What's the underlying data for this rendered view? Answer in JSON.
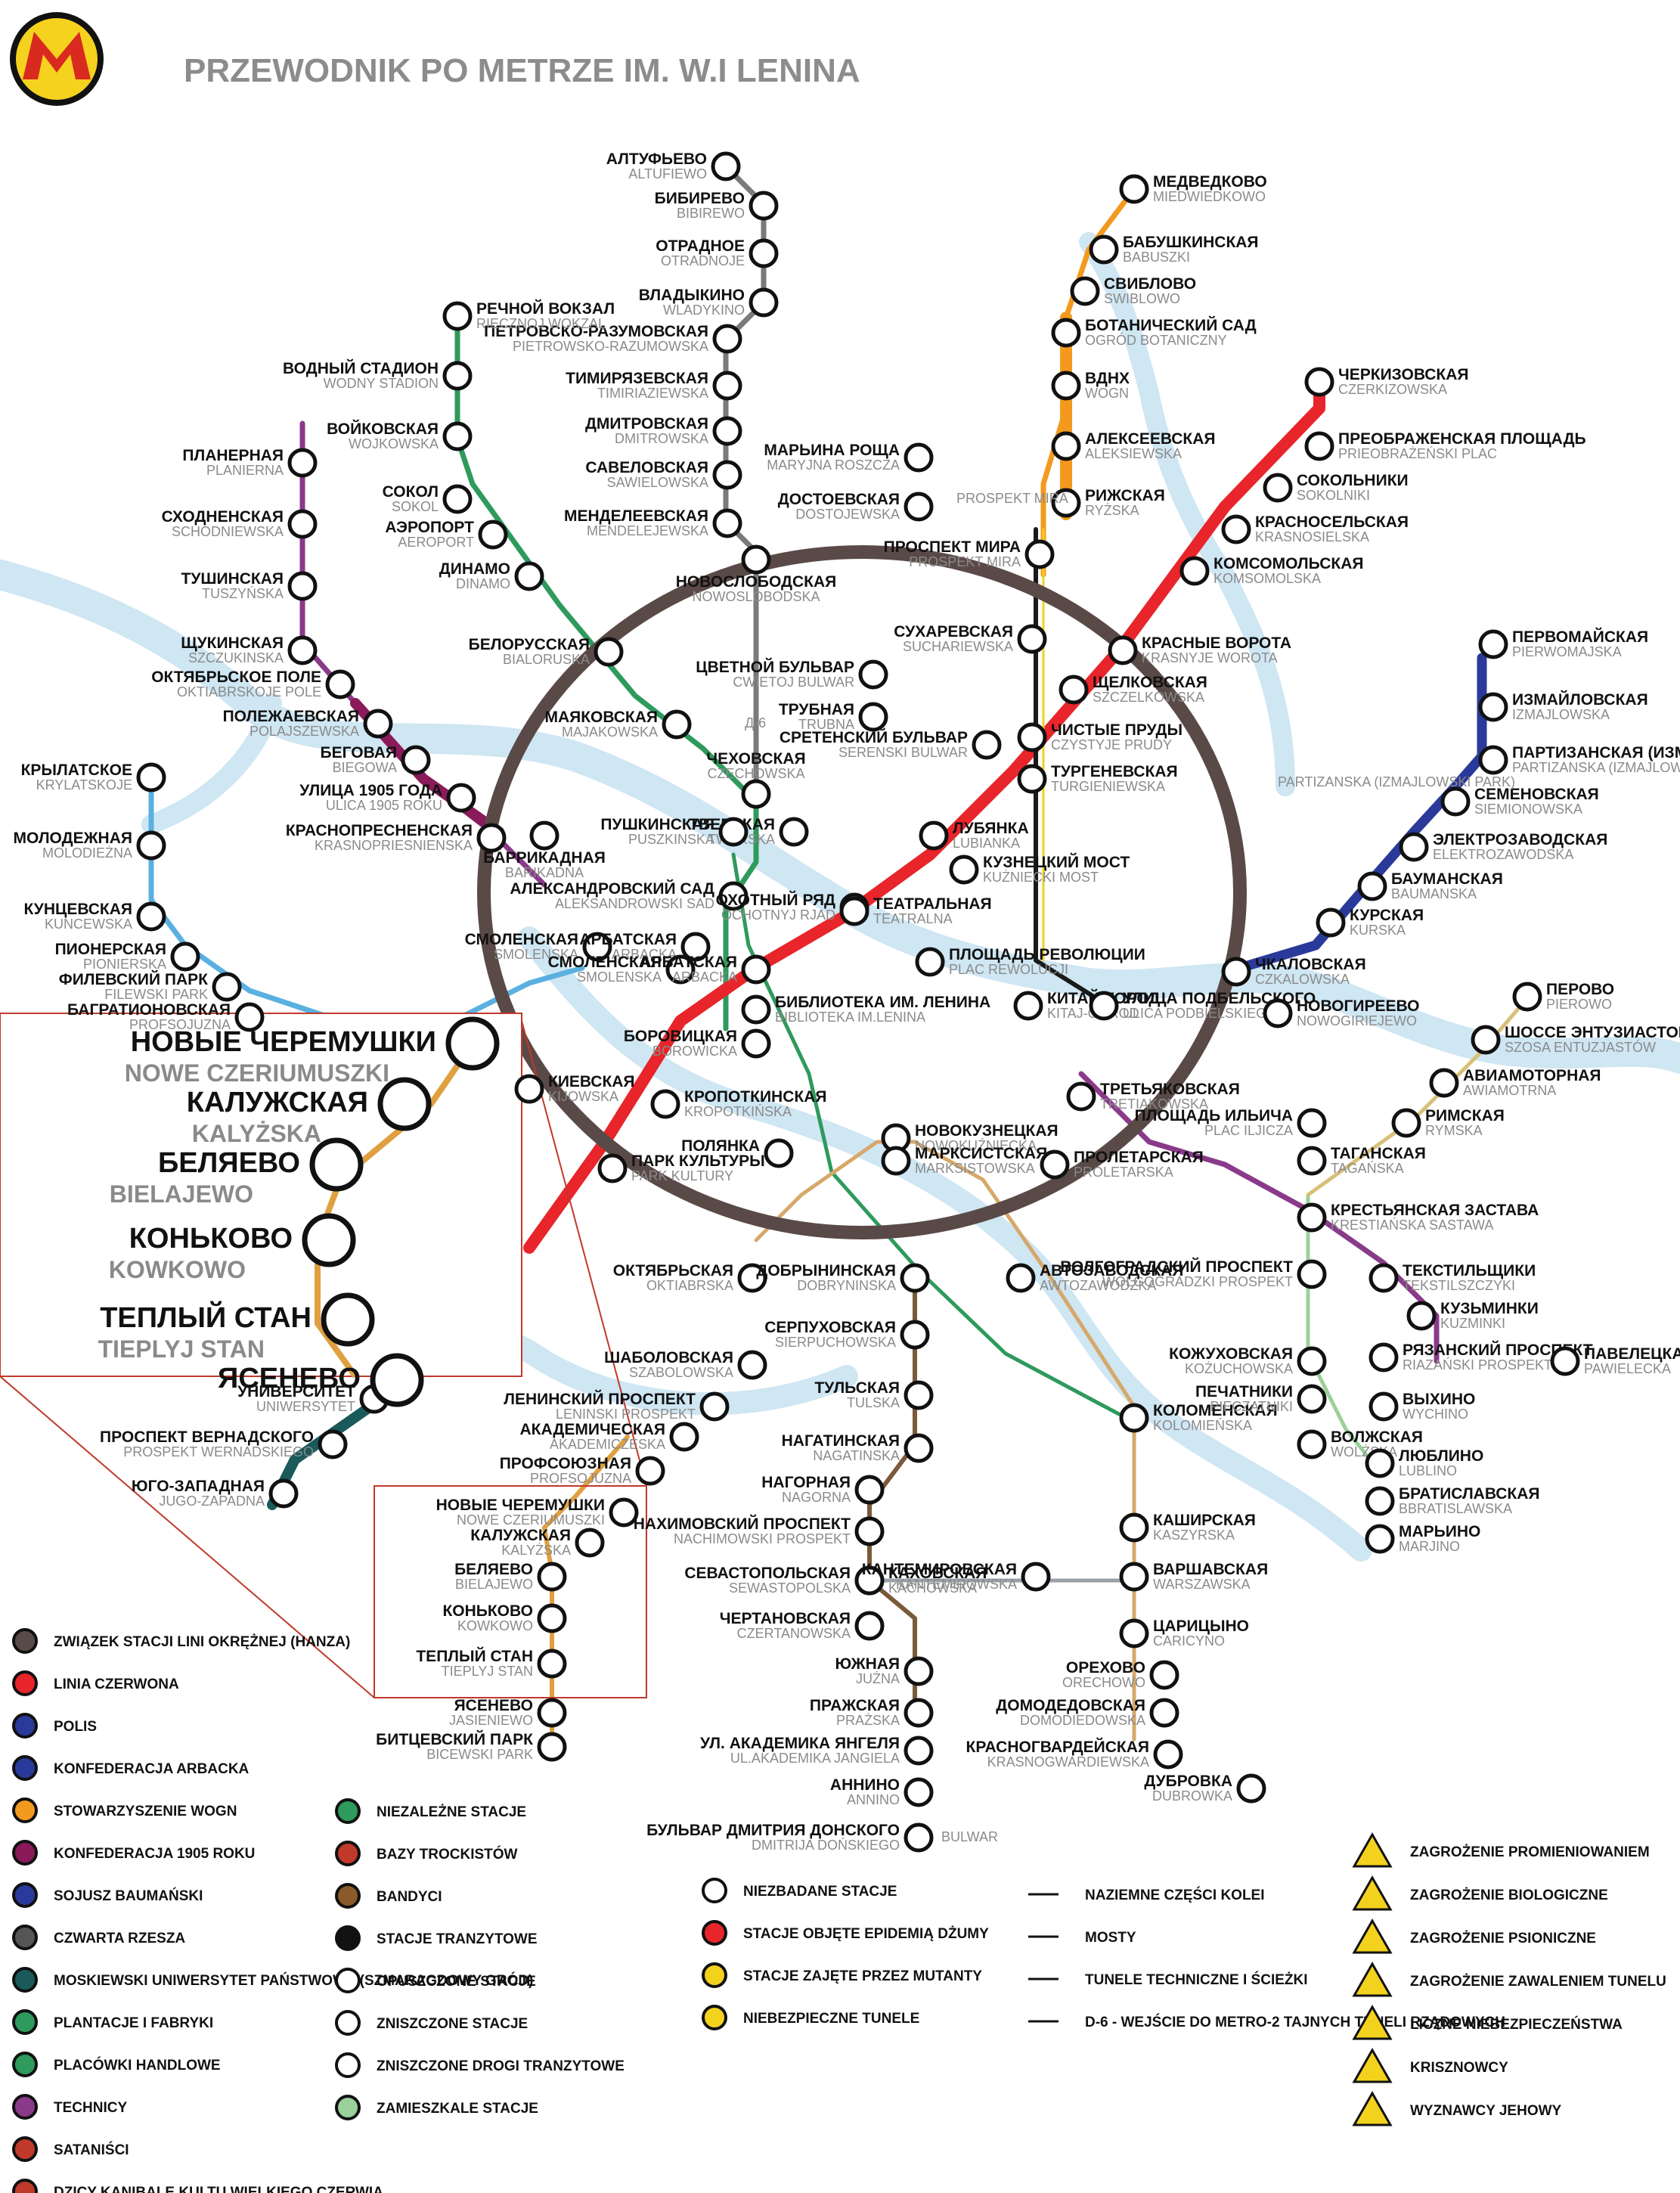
{
  "title": "PRZEWODNIK PO METRZE IM. W.I LENINA",
  "colors": {
    "ring": "#5a4a47",
    "red": "#e8252a",
    "orange": "#f39a1e",
    "green": "#2e9a5c",
    "violet": "#8a3a8a",
    "blue": "#2a3a9a",
    "river": "#cfe6f3",
    "inset": "#c0392b"
  },
  "stations": [
    {
      "ru": "АЛТУФЬЕВО",
      "pl": "ALTUFIEWO"
    },
    {
      "ru": "БИБИРЕВО",
      "pl": "BIBIREWO"
    },
    {
      "ru": "ОТРАДНОЕ",
      "pl": "OTRADNOJE"
    },
    {
      "ru": "ВЛАДЫКИНО",
      "pl": "WLADYKINO"
    },
    {
      "ru": "ПЕТРОВСКО-РАЗУМОВСКАЯ",
      "pl": "PIETROWSKO-RAZUMOWSKA"
    },
    {
      "ru": "ТИМИРЯЗЕВСКАЯ",
      "pl": "TIMIRIAZIEWSKA"
    },
    {
      "ru": "ДМИТРОВСКАЯ",
      "pl": "DMITROWSKA"
    },
    {
      "ru": "САВЕЛОВСКАЯ",
      "pl": "SAWIELOWSKA"
    },
    {
      "ru": "МЕНДЕЛЕЕВСКАЯ",
      "pl": "MENDELEJEWSKA"
    },
    {
      "ru": "НОВОСЛОБОДСКАЯ",
      "pl": "NOWOSLOBODSKA"
    },
    {
      "ru": "ЦВЕТНОЙ БУЛЬВАР",
      "pl": "CWIETOJ BULWAR"
    },
    {
      "ru": "ЧЕХОВСКАЯ",
      "pl": "CZECHOWSKA"
    },
    {
      "ru": "ТВЕРСКАЯ",
      "pl": "TWERSKA"
    },
    {
      "ru": "ПУШКИНСКАЯ",
      "pl": "PUSZKINSKA"
    },
    {
      "ru": "МАЯКОВСКАЯ",
      "pl": "MAJAKOWSKA"
    },
    {
      "ru": "БЕЛОРУССКАЯ",
      "pl": "BIALORUSKA"
    },
    {
      "ru": "ДИНАМО",
      "pl": "DINAMO"
    },
    {
      "ru": "АЭРОПОРТ",
      "pl": "AEROPORT"
    },
    {
      "ru": "СОКОЛ",
      "pl": "SOKOL"
    },
    {
      "ru": "ВОЙКОВСКАЯ",
      "pl": "WOJKOWSKA"
    },
    {
      "ru": "ВОДНЫЙ СТАДИОН",
      "pl": "WODNY STADION"
    },
    {
      "ru": "РЕЧНОЙ ВОКЗАЛ",
      "pl": "RIECZNOJ WOKZAL"
    },
    {
      "ru": "ПЛАНЕРНАЯ",
      "pl": "PLANIERNA"
    },
    {
      "ru": "СХОДНЕНСКАЯ",
      "pl": "SCHODNIEWSKA"
    },
    {
      "ru": "ТУШИНСКАЯ",
      "pl": "TUSZYŃSKA"
    },
    {
      "ru": "ЩУКИНСКАЯ",
      "pl": "SZCZUKINSKA"
    },
    {
      "ru": "ОКТЯБРЬСКОЕ ПОЛЕ",
      "pl": "OKTIABRSKOJE POLE"
    },
    {
      "ru": "ПОЛЕЖАЕВСКАЯ",
      "pl": "POLAJSZEWSKA"
    },
    {
      "ru": "БЕГОВАЯ",
      "pl": "BIEGOWA"
    },
    {
      "ru": "УЛИЦА 1905 ГОДА",
      "pl": "ULICA 1905 ROKU"
    },
    {
      "ru": "КРАСНОПРЕСНЕНСКАЯ",
      "pl": "KRASNOPRIESNIENSKA"
    },
    {
      "ru": "БАРРИКАДНАЯ",
      "pl": "BARIKADNA"
    },
    {
      "ru": "КРЫЛАТСКОЕ",
      "pl": "KRYLATSKOJE"
    },
    {
      "ru": "МОЛОДЕЖНАЯ",
      "pl": "MOLODIEŻNA"
    },
    {
      "ru": "КУНЦЕВСКАЯ",
      "pl": "KUNCEWSKA"
    },
    {
      "ru": "ПИОНЕРСКАЯ",
      "pl": "PIONIERSKA"
    },
    {
      "ru": "ФИЛЕВСКИЙ ПАРК",
      "pl": "FILEWSKI PARK"
    },
    {
      "ru": "БАГРАТИОНОВСКАЯ",
      "pl": "PROFSOJUZNA"
    },
    {
      "ru": "СМОЛЕНСКАЯ",
      "pl": "SMOLENSKA"
    },
    {
      "ru": "АРБАТСКАЯ",
      "pl": "ARBACKA"
    },
    {
      "ru": "АЛЕКСАНДРОВСКИЙ САД",
      "pl": "ALEKSANDROWSKI SAD"
    },
    {
      "ru": "ОХОТНЫЙ РЯД",
      "pl": "OCHOTNYJ RJAD"
    },
    {
      "ru": "СМОЛЕНСКАЯ",
      "pl": "SMOLENSKA"
    },
    {
      "ru": "АРБАТСКАЯ",
      "pl": "ARBACKA"
    },
    {
      "ru": "БИБЛИОТЕКА ИМ. ЛЕНИНА",
      "pl": "BIBLIOTEKA IM.LENINA"
    },
    {
      "ru": "БОРОВИЦКАЯ",
      "pl": "BOROWICKA"
    },
    {
      "ru": "КИЕВСКАЯ",
      "pl": "KIJOWSKA"
    },
    {
      "ru": "КРОПОТКИНСКАЯ",
      "pl": "KROPOTKIŃSKA"
    },
    {
      "ru": "ПАРК КУЛЬТУРЫ",
      "pl": "PARK KULTURY"
    },
    {
      "ru": "ПОЛЯНКА",
      "pl": ""
    },
    {
      "ru": "ОКТЯБРЬСКАЯ",
      "pl": "OKTIABRSKA"
    },
    {
      "ru": "ДОБРЫНИНСКАЯ",
      "pl": "DOBRYNINSKA"
    },
    {
      "ru": "СЕРПУХОВСКАЯ",
      "pl": "SIERPUCHOWSKA"
    },
    {
      "ru": "ТУЛЬСКАЯ",
      "pl": "TULSKA"
    },
    {
      "ru": "НАГАТИНСКАЯ",
      "pl": "NAGATINSKA"
    },
    {
      "ru": "НАГОРНАЯ",
      "pl": "NAGORNA"
    },
    {
      "ru": "НАХИМОВСКИЙ ПРОСПЕКТ",
      "pl": "NACHIMOWSKI PROSPEKT"
    },
    {
      "ru": "СЕВАСТОПОЛЬСКАЯ",
      "pl": "SEWASTOPOLSKA"
    },
    {
      "ru": "КАХОВСКАЯ",
      "pl": "KACHOWSKA"
    },
    {
      "ru": "ЧЕРТАНОВСКАЯ",
      "pl": "CZERTANOWSKA"
    },
    {
      "ru": "ЮЖНАЯ",
      "pl": "JUŻNA"
    },
    {
      "ru": "ПРАЖСКАЯ",
      "pl": "PRAŻSKA"
    },
    {
      "ru": "УЛ. АКАДЕМИКА ЯНГЕЛЯ",
      "pl": "UL.AKADEMIKA JANGIELA"
    },
    {
      "ru": "АННИНО",
      "pl": "ANNINO"
    },
    {
      "ru": "БУЛЬВАР ДМИТРИЯ ДОНСКОГО",
      "pl": "DMITRIJA DOŃSKIEGO"
    },
    {
      "ru": "ШАБОЛОВСКАЯ",
      "pl": "SZABOLOWSKA"
    },
    {
      "ru": "ЛЕНИНСКИЙ ПРОСПЕКТ",
      "pl": "LENINSKI PROSPEKT"
    },
    {
      "ru": "АКАДЕМИЧЕСКАЯ",
      "pl": "AKADEMICZESKA"
    },
    {
      "ru": "ПРОФСОЮЗНАЯ",
      "pl": "PROFSOJUZNA"
    },
    {
      "ru": "НОВЫЕ ЧЕРЕМУШКИ",
      "pl": "NOWE CZERIUMUSZKI"
    },
    {
      "ru": "КАЛУЖСКАЯ",
      "pl": "KALYŻSKA"
    },
    {
      "ru": "БЕЛЯЕВО",
      "pl": "BIELAJEWO"
    },
    {
      "ru": "КОНЬКОВО",
      "pl": "KOWKOWO"
    },
    {
      "ru": "ТЕПЛЫЙ СТАН",
      "pl": "TIEPLYJ STAN"
    },
    {
      "ru": "ЯСЕНЕВО",
      "pl": "JASIENIEWO"
    },
    {
      "ru": "БИТЦЕВСКИЙ ПАРК",
      "pl": "BICEWSKI PARK"
    },
    {
      "ru": "УНИВЕРСИТЕТ",
      "pl": "UNIWERSYTET"
    },
    {
      "ru": "ПРОСПЕКТ ВЕРНАДСКОГО",
      "pl": "PROSPEKT WERNADSKIEGO"
    },
    {
      "ru": "ЮГО-ЗАПАДНАЯ",
      "pl": "JUGO-ZAPADNA"
    },
    {
      "ru": "МЕДВЕДКОВО",
      "pl": "MIEDWIEDKOWO"
    },
    {
      "ru": "БАБУШКИНСКАЯ",
      "pl": "BABUSZKI"
    },
    {
      "ru": "СВИБЛОВО",
      "pl": "SWIBLOWO"
    },
    {
      "ru": "БОТАНИЧЕСКИЙ САД",
      "pl": "OGRÓD BOTANICZNY"
    },
    {
      "ru": "ВДНХ",
      "pl": "WOGN"
    },
    {
      "ru": "АЛЕКСЕЕВСКАЯ",
      "pl": "ALEKSIEWSKA"
    },
    {
      "ru": "РИЖСКАЯ",
      "pl": "RYŻSKA"
    },
    {
      "ru": "ПРОСПЕКТ МИРА",
      "pl": "PROSPEKT MIRA"
    },
    {
      "ru": "МАРЬИНА РОЩА",
      "pl": "MARYJNA ROSZCZA"
    },
    {
      "ru": "ДОСТОЕВСКАЯ",
      "pl": "DOSTOJEWSKA"
    },
    {
      "ru": "СУХАРЕВСКАЯ",
      "pl": "SUCHARIEWSKA"
    },
    {
      "ru": "ТРУБНАЯ",
      "pl": "TRUBNA"
    },
    {
      "ru": "СРЕТЕНСКИЙ БУЛЬВАР",
      "pl": "SERENSKI BULWAR"
    },
    {
      "ru": "ЧИСТЫЕ ПРУДЫ",
      "pl": "CZYSTYJE PRUDY"
    },
    {
      "ru": "ТУРГЕНЕВСКАЯ",
      "pl": "TURGIENIEWSKA"
    },
    {
      "ru": "ЛУБЯНКА",
      "pl": "LUBIANKA"
    },
    {
      "ru": "КУЗНЕЦКИЙ МОСТ",
      "pl": "KUŻNIECKI MOST"
    },
    {
      "ru": "ТЕАТРАЛЬНАЯ",
      "pl": "TEATRALNA"
    },
    {
      "ru": "ПЛОЩАДЬ РЕВОЛЮЦИИ",
      "pl": "PLAC REWOLUCJI"
    },
    {
      "ru": "КИТАЙ-ГОРОД",
      "pl": "KITAJ-GOROD"
    },
    {
      "ru": "УЛИЦА ПОДБЕЛЬСКОГО",
      "pl": "ULICA PODBIELSKIEGO"
    },
    {
      "ru": "ЧЕРКИЗОВСКАЯ",
      "pl": "CZERKIZOWSKA"
    },
    {
      "ru": "ПРЕОБРАЖЕНСКАЯ ПЛОЩАДЬ",
      "pl": "PRIEOBRAŻEŃSKI PLAC"
    },
    {
      "ru": "СОКОЛЬНИКИ",
      "pl": "SOKOLNIKI"
    },
    {
      "ru": "КРАСНОСЕЛЬСКАЯ",
      "pl": "KRASNOSIELSKA"
    },
    {
      "ru": "КОМСОМОЛЬСКАЯ",
      "pl": "KOMSOMOLSKA"
    },
    {
      "ru": "КРАСНЫЕ ВОРОТА",
      "pl": "KRASNYJE WOROTA"
    },
    {
      "ru": "ЩЕЛКОВСКАЯ",
      "pl": "SZCZELKOWSKA"
    },
    {
      "ru": "ПЕРВОМАЙСКАЯ",
      "pl": "PIERWOMAJSKA"
    },
    {
      "ru": "ИЗМАЙЛОВСКАЯ",
      "pl": "IZMAJLOWSKA"
    },
    {
      "ru": "ПАРТИЗАНСКАЯ (ИЗМАЙЛОВСКИЙ ПАРК)",
      "pl": "PARTIZANSKA (IZMAJLOWSKI PARK)"
    },
    {
      "ru": "СЕМЕНОВСКАЯ",
      "pl": "SIEMIONOWSKA"
    },
    {
      "ru": "ЭЛЕКТРОЗАВОДСКАЯ",
      "pl": "ELEKTROZAWODSKA"
    },
    {
      "ru": "БАУМАНСКАЯ",
      "pl": "BAUMANSKA"
    },
    {
      "ru": "КУРСКАЯ",
      "pl": "KURSKA"
    },
    {
      "ru": "ЧКАЛОВСКАЯ",
      "pl": "CZKALOWSKA"
    },
    {
      "ru": "НОВОГИРЕЕВО",
      "pl": "NOWOGIRIEJEWO"
    },
    {
      "ru": "ПЕРОВО",
      "pl": "PIEROWO"
    },
    {
      "ru": "ШОССЕ ЭНТУЗИАСТОВ",
      "pl": "SZOSA ENTUZJASTÓW"
    },
    {
      "ru": "АВИАМОТОРНАЯ",
      "pl": "AWIAMOTRNA"
    },
    {
      "ru": "РИМСКАЯ",
      "pl": "RYMSKA"
    },
    {
      "ru": "ПЛОЩАДЬ ИЛЬИЧА",
      "pl": "PLAC ILJICZA"
    },
    {
      "ru": "ТАГАНСКАЯ",
      "pl": "TAGAŃSKA"
    },
    {
      "ru": "ТРЕТЬЯКОВСКАЯ",
      "pl": "TRETIAKOWSKA"
    },
    {
      "ru": "НОВОКУЗНЕЦКАЯ",
      "pl": "NOWOKUŹNIECKA"
    },
    {
      "ru": "МАРКСИСТСКАЯ",
      "pl": "MARKSISTOWSKA"
    },
    {
      "ru": "ПРОЛЕТАРСКАЯ",
      "pl": "PROLETARSKA"
    },
    {
      "ru": "КРЕСТЬЯНСКАЯ ЗАСТАВА",
      "pl": "KRESTIAŃSKA SASTAWA"
    },
    {
      "ru": "ВОЛГОГРАДСКИЙ ПРОСПЕКТ",
      "pl": "WOLGOGRADZKI PROSPEKT"
    },
    {
      "ru": "ТЕКСТИЛЬЩИКИ",
      "pl": "TEKSTILSZCZYKI"
    },
    {
      "ru": "КУЗЬМИНКИ",
      "pl": "KUZMINKI"
    },
    {
      "ru": "РЯЗАНСКИЙ ПРОСПЕКТ",
      "pl": "RIAZAŃSKI PROSPEKT"
    },
    {
      "ru": "ВЫХИНО",
      "pl": "WYCHINO"
    },
    {
      "ru": "ПАВЕЛЕЦКАЯ",
      "pl": "PAWIELECKA"
    },
    {
      "ru": "АВТОЗАВОДСКАЯ",
      "pl": "AWTOZAWODZKA"
    },
    {
      "ru": "КОЛОМЕНСКАЯ",
      "pl": "KOLOMIEŃSKA"
    },
    {
      "ru": "КАШИРСКАЯ",
      "pl": "KASZYRSKA"
    },
    {
      "ru": "ВАРШАВСКАЯ",
      "pl": "WARSZAWSKA"
    },
    {
      "ru": "КАНТЕМИРОВСКАЯ",
      "pl": "KANTEMIROWSKA"
    },
    {
      "ru": "ЦАРИЦЫНО",
      "pl": "CARICYNO"
    },
    {
      "ru": "ОРЕХОВО",
      "pl": "ORECHOWO"
    },
    {
      "ru": "ДОМОДЕДОВСКАЯ",
      "pl": "DOMODIEDOWSKA"
    },
    {
      "ru": "КРАСНОГВАРДЕЙСКАЯ",
      "pl": "KRASNOGWARDIEWSKA"
    },
    {
      "ru": "ДУБРОВКА",
      "pl": "DUBROWKA"
    },
    {
      "ru": "КОЖУХОВСКАЯ",
      "pl": "KOŻUCHOWSKA"
    },
    {
      "ru": "ПЕЧАТНИКИ",
      "pl": "PIECZATNIKI"
    },
    {
      "ru": "ВОЛЖСКАЯ",
      "pl": "WOLŻSKA"
    },
    {
      "ru": "ЛЮБЛИНО",
      "pl": "LUBLINO"
    },
    {
      "ru": "БРАТИСЛАВСКАЯ",
      "pl": "BBRATISLAWSKA"
    },
    {
      "ru": "МАРЬИНО",
      "pl": "MARJINO"
    }
  ],
  "free_labels": [
    "Д-6",
    "PARTIZANSKA (IZMAJLOWSKI PARK)",
    "PROSPEKT MIRA",
    "BULWAR"
  ],
  "inset": {
    "stations": [
      {
        "ru": "НОВЫЕ ЧЕРЕМУШКИ",
        "pl": "NOWE CZERIUMUSZKI"
      },
      {
        "ru": "КАЛУЖСКАЯ",
        "pl": "KALYŻSKA"
      },
      {
        "ru": "БЕЛЯЕВО",
        "pl": "BIELAJEWO"
      },
      {
        "ru": "КОНЬКОВО",
        "pl": "KOWKOWO"
      },
      {
        "ru": "ТЕПЛЫЙ СТАН",
        "pl": "TIEPLYJ STAN"
      },
      {
        "ru": "ЯСЕНЕВО",
        "pl": ""
      }
    ]
  },
  "legend_col1": [
    {
      "icon": "hanza-icon",
      "text": "ZWIĄZEK STACJI LINI OKRĘŻNEJ (HANZA)"
    },
    {
      "icon": "red-line-icon",
      "text": "LINIA CZERWONA"
    },
    {
      "icon": "polis-icon",
      "text": "POLIS"
    },
    {
      "icon": "arbat-icon",
      "text": "KONFEDERACJA ARBACKA"
    },
    {
      "icon": "wogn-icon",
      "text": "STOWARZYSZENIE WOGN"
    },
    {
      "icon": "1905-icon",
      "text": "KONFEDERACJA 1905 ROKU"
    },
    {
      "icon": "bauman-icon",
      "text": "SOJUSZ BAUMAŃSKI"
    },
    {
      "icon": "reich-icon",
      "text": "CZWARTA RZESZA"
    },
    {
      "icon": "university-icon",
      "text": "MOSKIEWSKI UNIWERSYTET PAŃSTWOWY (SZMARAGDOWY GRÓD)"
    },
    {
      "icon": "plantation-icon",
      "text": "PLANTACJE I FABRYKI"
    },
    {
      "icon": "trade-icon",
      "text": "PLACÓWKI HANDLOWE"
    },
    {
      "icon": "technic-icon",
      "text": "TECHNICY"
    },
    {
      "icon": "satanist-icon",
      "text": "SATANIŚCI"
    },
    {
      "icon": "cannibal-icon",
      "text": "DZICY KANIBALE KULTU WIELKIEGO CZERWIA"
    }
  ],
  "legend_col2": [
    {
      "icon": "independent-icon",
      "text": "NIEZALEŻNE STACJE"
    },
    {
      "icon": "trotsky-icon",
      "text": "BAZY TROCKISTÓW"
    },
    {
      "icon": "bandit-icon",
      "text": "BANDYCI"
    },
    {
      "icon": "transit-icon",
      "text": "STACJE TRANZYTOWE"
    },
    {
      "icon": "abandoned-icon",
      "text": "OPUSZCZONE STACJE"
    },
    {
      "icon": "destroyed-icon",
      "text": "ZNISZCZONE STACJE"
    },
    {
      "icon": "destroyed-route-icon",
      "text": "ZNISZCZONE DROGI TRANZYTOWE"
    },
    {
      "icon": "inhabited-icon",
      "text": "ZAMIESZKALE STACJE"
    }
  ],
  "legend_col3": [
    {
      "icon": "unexplored-icon",
      "text": "NIEZBADANE STACJE"
    },
    {
      "icon": "plague-icon",
      "text": "STACJE OBJĘTE EPIDEMIĄ DŻUMY"
    },
    {
      "icon": "mutant-icon",
      "text": "STACJE ZAJĘTE PRZEZ MUTANTY"
    },
    {
      "icon": "danger-tunnel-icon",
      "text": "NIEBEZPIECZNE TUNELE"
    }
  ],
  "legend_col4": [
    {
      "icon": "surface-icon",
      "text": "NAZIEMNE CZĘŚCI KOLEI"
    },
    {
      "icon": "bridge-icon",
      "text": "MOSTY"
    },
    {
      "icon": "tech-tunnel-icon",
      "text": "TUNELE TECHNICZNE I ŚCIEŻKI"
    },
    {
      "icon": "d6-icon",
      "text": "D-6 - WEJŚCIE DO METRO-2 TAJNYCH TUNELI RZĄDOWYCH"
    }
  ],
  "legend_col5": [
    {
      "icon": "radiation-icon",
      "text": "ZAGROŻENIE PROMIENIOWANIEM"
    },
    {
      "icon": "biohazard-icon",
      "text": "ZAGROŻENIE BIOLOGICZNE"
    },
    {
      "icon": "psi-icon",
      "text": "ZAGROŻENIE PSIONICZNE"
    },
    {
      "icon": "collapse-icon",
      "text": "ZAGROŻENIE ZAWALENIEM TUNELU"
    },
    {
      "icon": "danger-icon",
      "text": "LICZNE NIEBEZPIECZEŃSTWA"
    },
    {
      "icon": "krishna-icon",
      "text": "KRISZNOWCY"
    },
    {
      "icon": "jehovah-icon",
      "text": "WYZNAWCY JEHOWY"
    }
  ]
}
